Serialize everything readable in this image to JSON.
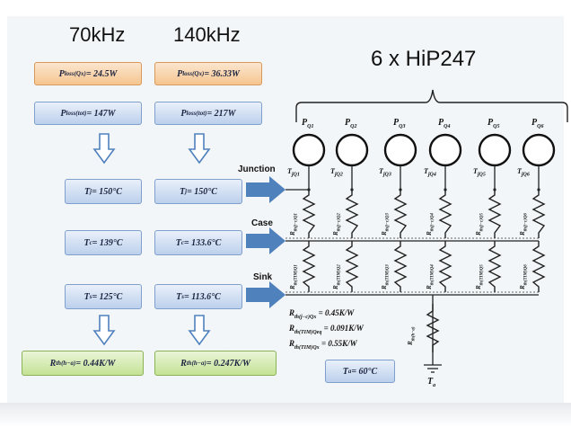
{
  "headers": {
    "left_col": "70kHz",
    "right_col": "140kHz",
    "devices": "6 x HiP247"
  },
  "left_column": {
    "p_loss_qx": {
      "sym": "P",
      "sub": "loss(Qx)",
      "val": " = 24.5W"
    },
    "p_loss_tot": {
      "sym": "P",
      "sub": "loss(tot)",
      "val": " = 147W"
    },
    "tj": {
      "sym": "T",
      "sub": "j",
      "val": " = 150°C"
    },
    "tc": {
      "sym": "T",
      "sub": "c",
      "val": " = 139°C"
    },
    "ts": {
      "sym": "T",
      "sub": "s",
      "val": " = 125°C"
    },
    "rth": {
      "sym": "R",
      "sub": "th(h−a)",
      "val": " = 0.44K/W"
    }
  },
  "right_column": {
    "p_loss_qx": {
      "sym": "P",
      "sub": "loss(Qx)",
      "val": " = 36.33W"
    },
    "p_loss_tot": {
      "sym": "P",
      "sub": "loss(tot)",
      "val": " = 217W"
    },
    "tj": {
      "sym": "T",
      "sub": "j",
      "val": " = 150°C"
    },
    "tc": {
      "sym": "T",
      "sub": "c",
      "val": " = 133.6°C"
    },
    "ts": {
      "sym": "T",
      "sub": "s",
      "val": " = 113.6°C"
    },
    "rth": {
      "sym": "R",
      "sub": "th(h−a)",
      "val": " = 0.247K/W"
    }
  },
  "nodes": {
    "junction": "Junction",
    "case": "Case",
    "sink": "Sink"
  },
  "devices": [
    {
      "pq": "Q1",
      "tj": "jQ1",
      "rjc": "th(j−c)Q1",
      "rtim": "th(TIM)Q1"
    },
    {
      "pq": "Q2",
      "tj": "jQ2",
      "rjc": "th(j−c)Q2",
      "rtim": "th(TIM)Q2"
    },
    {
      "pq": "Q3",
      "tj": "jQ3",
      "rjc": "th(j−c)Q3",
      "rtim": "th(TIM)Q3"
    },
    {
      "pq": "Q4",
      "tj": "jQ4",
      "rjc": "th(j−c)Q4",
      "rtim": "th(TIM)Q4"
    },
    {
      "pq": "Q5",
      "tj": "jQ5",
      "rjc": "th(j−c)Q5",
      "rtim": "th(TIM)Q5"
    },
    {
      "pq": "Q6",
      "tj": "jQ6",
      "rjc": "th(j−c)Q6",
      "rtim": "th(TIM)Q6"
    }
  ],
  "symbols": {
    "p": "P",
    "t": "T",
    "r": "R"
  },
  "legend": [
    {
      "sym": "R",
      "sub": "th(j−c)Qx",
      "val": " = 0.45K/W"
    },
    {
      "sym": "R",
      "sub": "th(TIM)Qeq",
      "val": " = 0.091K/W"
    },
    {
      "sym": "R",
      "sub": "th(TIM)Qx",
      "val": " = 0.55K/W"
    }
  ],
  "rth_ha_label": {
    "sym": "R",
    "sub": "th(h−a)"
  },
  "ambient": {
    "sym": "T",
    "sub": "a",
    "val": " = 60°C"
  },
  "ground_label": {
    "sym": "T",
    "sub": "a"
  },
  "colors": {
    "orange": "#f6c58f",
    "blue": "#bcd0ec",
    "green": "#c4e294",
    "arrow": "#4f81bd"
  }
}
